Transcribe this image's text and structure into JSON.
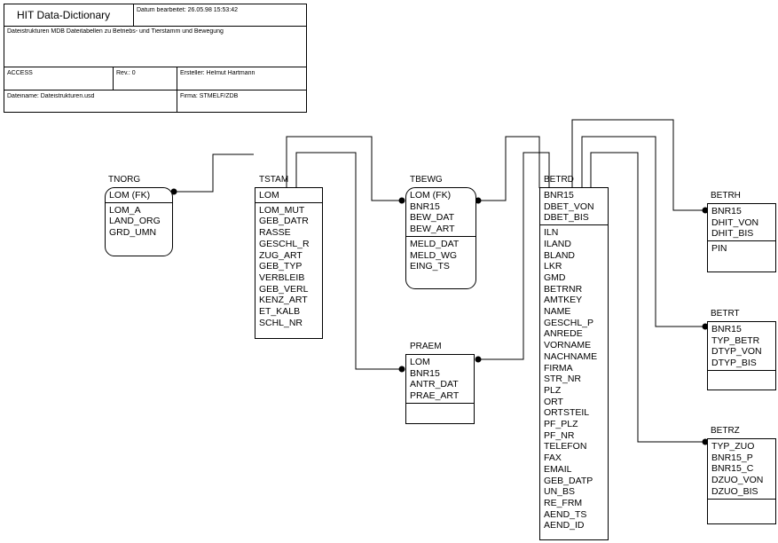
{
  "title_block": {
    "title": "HIT Data-Dictionary",
    "date_line": "Datum bearbeitet: 26.05.98 15:53:42",
    "description": "Dateistrukturen MDB Dateitabellen zu Betriebs- und Tierstamm und Bewegung",
    "db": "ACCESS",
    "revision": "Rev.: 0",
    "author": "Ersteller: Helmut Hartmann",
    "filename": "Dateiname: Dateistrukturen.usd",
    "company": "Firma: STMELF/ZDB"
  },
  "entities": {
    "tnorg": {
      "name": "TNORG",
      "keys": [
        "LOM (FK)"
      ],
      "attrs": [
        "LOM_A",
        "LAND_ORG",
        "GRD_UMN"
      ]
    },
    "tstam": {
      "name": "TSTAM",
      "keys": [
        "LOM"
      ],
      "attrs": [
        "LOM_MUT",
        "GEB_DATR",
        "RASSE",
        "GESCHL_R",
        "ZUG_ART",
        "GEB_TYP",
        "VERBLEIB",
        "GEB_VERL",
        "KENZ_ART",
        "ET_KALB",
        "SCHL_NR"
      ]
    },
    "tbewg": {
      "name": "TBEWG",
      "keys": [
        "LOM (FK)",
        "BNR15",
        "BEW_DAT",
        "BEW_ART"
      ],
      "attrs": [
        "MELD_DAT",
        "MELD_WG",
        "EING_TS"
      ]
    },
    "praem": {
      "name": "PRAEM",
      "keys": [
        "LOM",
        "BNR15",
        "ANTR_DAT",
        "PRAE_ART"
      ],
      "attrs": []
    },
    "betrd": {
      "name": "BETRD",
      "keys": [
        "BNR15",
        "DBET_VON",
        "DBET_BIS"
      ],
      "attrs": [
        "ILN",
        "ILAND",
        "BLAND",
        "LKR",
        "GMD",
        "BETRNR",
        "AMTKEY",
        "NAME",
        "GESCHL_P",
        "ANREDE",
        "VORNAME",
        "NACHNAME",
        "FIRMA",
        "STR_NR",
        "PLZ",
        "ORT",
        "ORTSTEIL",
        "PF_PLZ",
        "PF_NR",
        "TELEFON",
        "FAX",
        "EMAIL",
        "GEB_DATP",
        "UN_BS",
        "RE_FRM",
        "AEND_TS",
        "AEND_ID"
      ]
    },
    "betrh": {
      "name": "BETRH",
      "keys": [
        "BNR15",
        "DHIT_VON",
        "DHIT_BIS"
      ],
      "attrs": [
        "PIN"
      ]
    },
    "betrt": {
      "name": "BETRT",
      "keys": [
        "BNR15",
        "TYP_BETR",
        "DTYP_VON",
        "DTYP_BIS"
      ],
      "attrs": []
    },
    "betrz": {
      "name": "BETRZ",
      "keys": [
        "TYP_ZUO",
        "BNR15_P",
        "BNR15_C",
        "DZUO_VON",
        "DZUO_BIS"
      ],
      "attrs": []
    }
  },
  "relationships": [
    {
      "from": "tstam",
      "to": "tnorg"
    },
    {
      "from": "tstam",
      "to": "tbewg"
    },
    {
      "from": "tstam",
      "to": "praem"
    },
    {
      "from": "betrd",
      "to": "tbewg"
    },
    {
      "from": "betrd",
      "to": "praem"
    },
    {
      "from": "betrd",
      "to": "betrh"
    },
    {
      "from": "betrd",
      "to": "betrt"
    },
    {
      "from": "betrd",
      "to": "betrz"
    }
  ]
}
